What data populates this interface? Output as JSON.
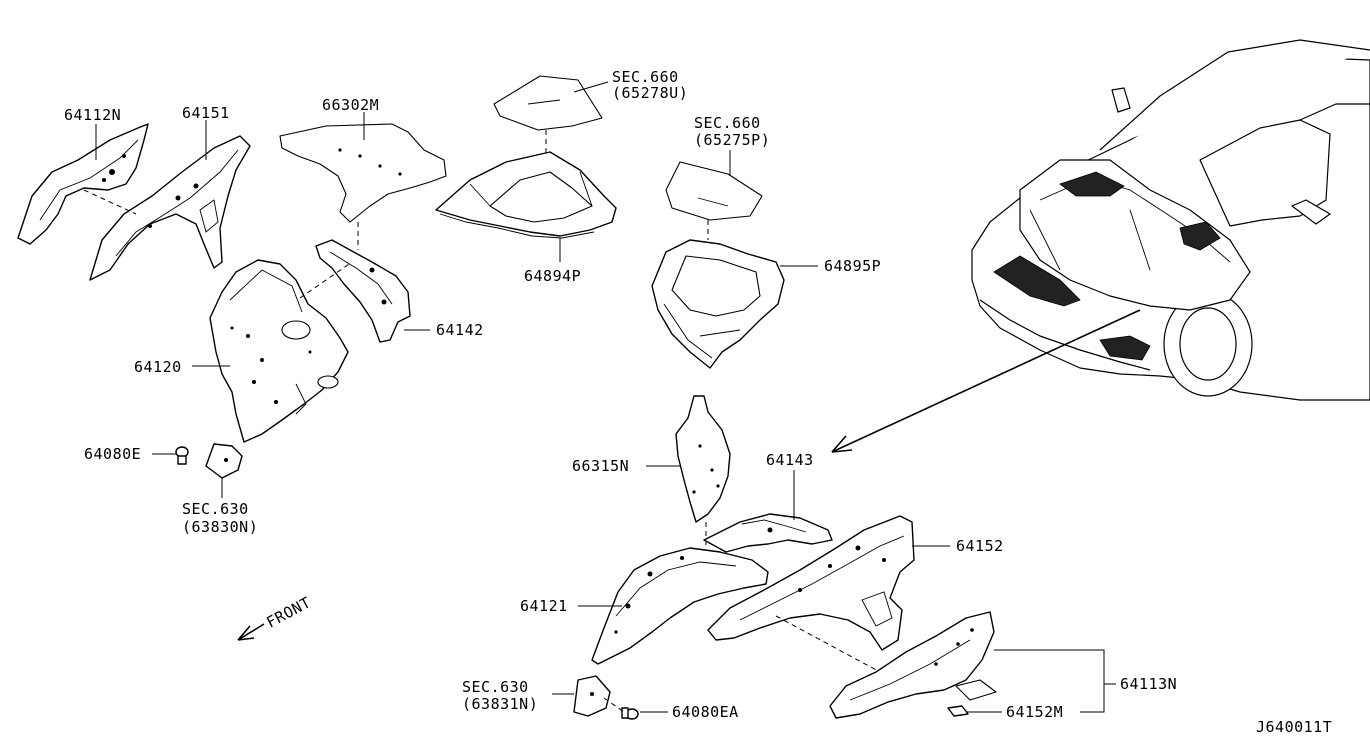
{
  "labels": {
    "p64112N": "64112N",
    "p64151": "64151",
    "p66302M": "66302M",
    "sec660_a": "SEC.660",
    "sec660_a_ref": "(65278U)",
    "sec660_b": "SEC.660",
    "sec660_b_ref": "(65275P)",
    "p64894P": "64894P",
    "p64895P": "64895P",
    "p64142": "64142",
    "p64120": "64120",
    "p64080E": "64080E",
    "sec630_a": "SEC.630",
    "sec630_a_ref": "(63830N)",
    "front": "FRONT",
    "p66315N": "66315N",
    "p64143": "64143",
    "p64152": "64152",
    "p64121": "64121",
    "sec630_b": "SEC.630",
    "sec630_b_ref": "(63831N)",
    "p64080EA": "64080EA",
    "p64113N": "64113N",
    "p64152M": "64152M",
    "diagram_id": "J640011T"
  },
  "colors": {
    "line": "#000000",
    "background": "#ffffff"
  }
}
